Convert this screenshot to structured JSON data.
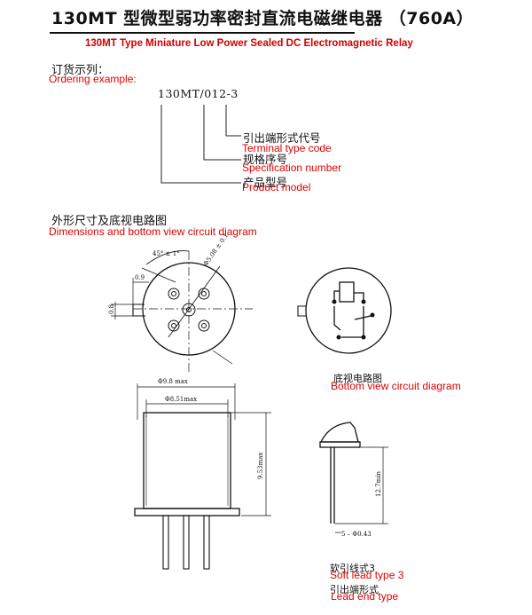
{
  "header": {
    "title_cn": "130MT 型微型弱功率密封直流电磁继电器 （760A）",
    "title_en": "130MT Type Miniature Low Power Sealed DC Electromagnetic Relay"
  },
  "ordering": {
    "heading_cn": "订货示列：",
    "heading_en": "Ordering example:",
    "code": "130MT/012-3",
    "items": [
      {
        "cn": "引出端形式代号",
        "en": "Terminal type code"
      },
      {
        "cn": "规格序号",
        "en": "Specification number"
      },
      {
        "cn": "产品型号",
        "en": "Product model"
      }
    ]
  },
  "dimensions": {
    "heading_cn": "外形尺寸及底视电路图",
    "heading_en": "Dimensions and bottom view circuit diagram",
    "labels": {
      "angle": "45° ± 1°",
      "pcd": "Φ5.08 ± 0.1",
      "pin_offset": "0.9",
      "tab": "0.8",
      "dia_outer": "Φ9.8 max",
      "dia_inner": "Φ8.51max",
      "height": "9.53max",
      "lead_len": "12.7min",
      "lead_dia": "5 – Φ0.43"
    },
    "bottom_view_cn": "底视电路图",
    "bottom_view_en": "Bottom view circuit diagram",
    "lead_type_cn": "软引线式3",
    "lead_type_en": "Soft lead type 3",
    "lead_end_cn": "引出端形式",
    "lead_end_en": "Lead end type"
  }
}
